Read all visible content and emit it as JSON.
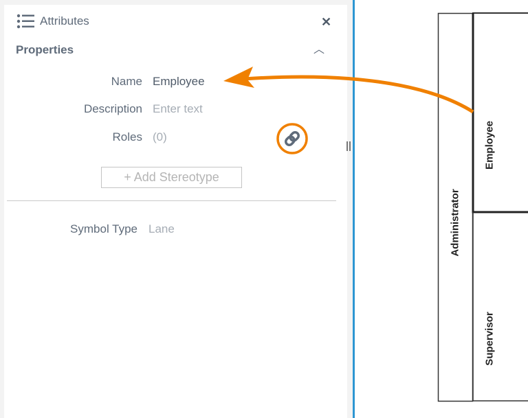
{
  "panel": {
    "title": "Attributes",
    "section": "Properties",
    "fields": [
      {
        "label": "Name",
        "value": "Employee"
      },
      {
        "label": "Description",
        "placeholder": "Enter text"
      },
      {
        "label": "Roles",
        "value": "(0)"
      }
    ],
    "add_stereotype": "+ Add Stereotype",
    "symbol_type": {
      "label": "Symbol Type",
      "value": "Lane"
    }
  },
  "diagram": {
    "pool": "Administrator",
    "lanes": [
      "Employee",
      "Supervisor"
    ]
  },
  "colors": {
    "accent": "#f08000",
    "divider": "#2d96d2"
  }
}
